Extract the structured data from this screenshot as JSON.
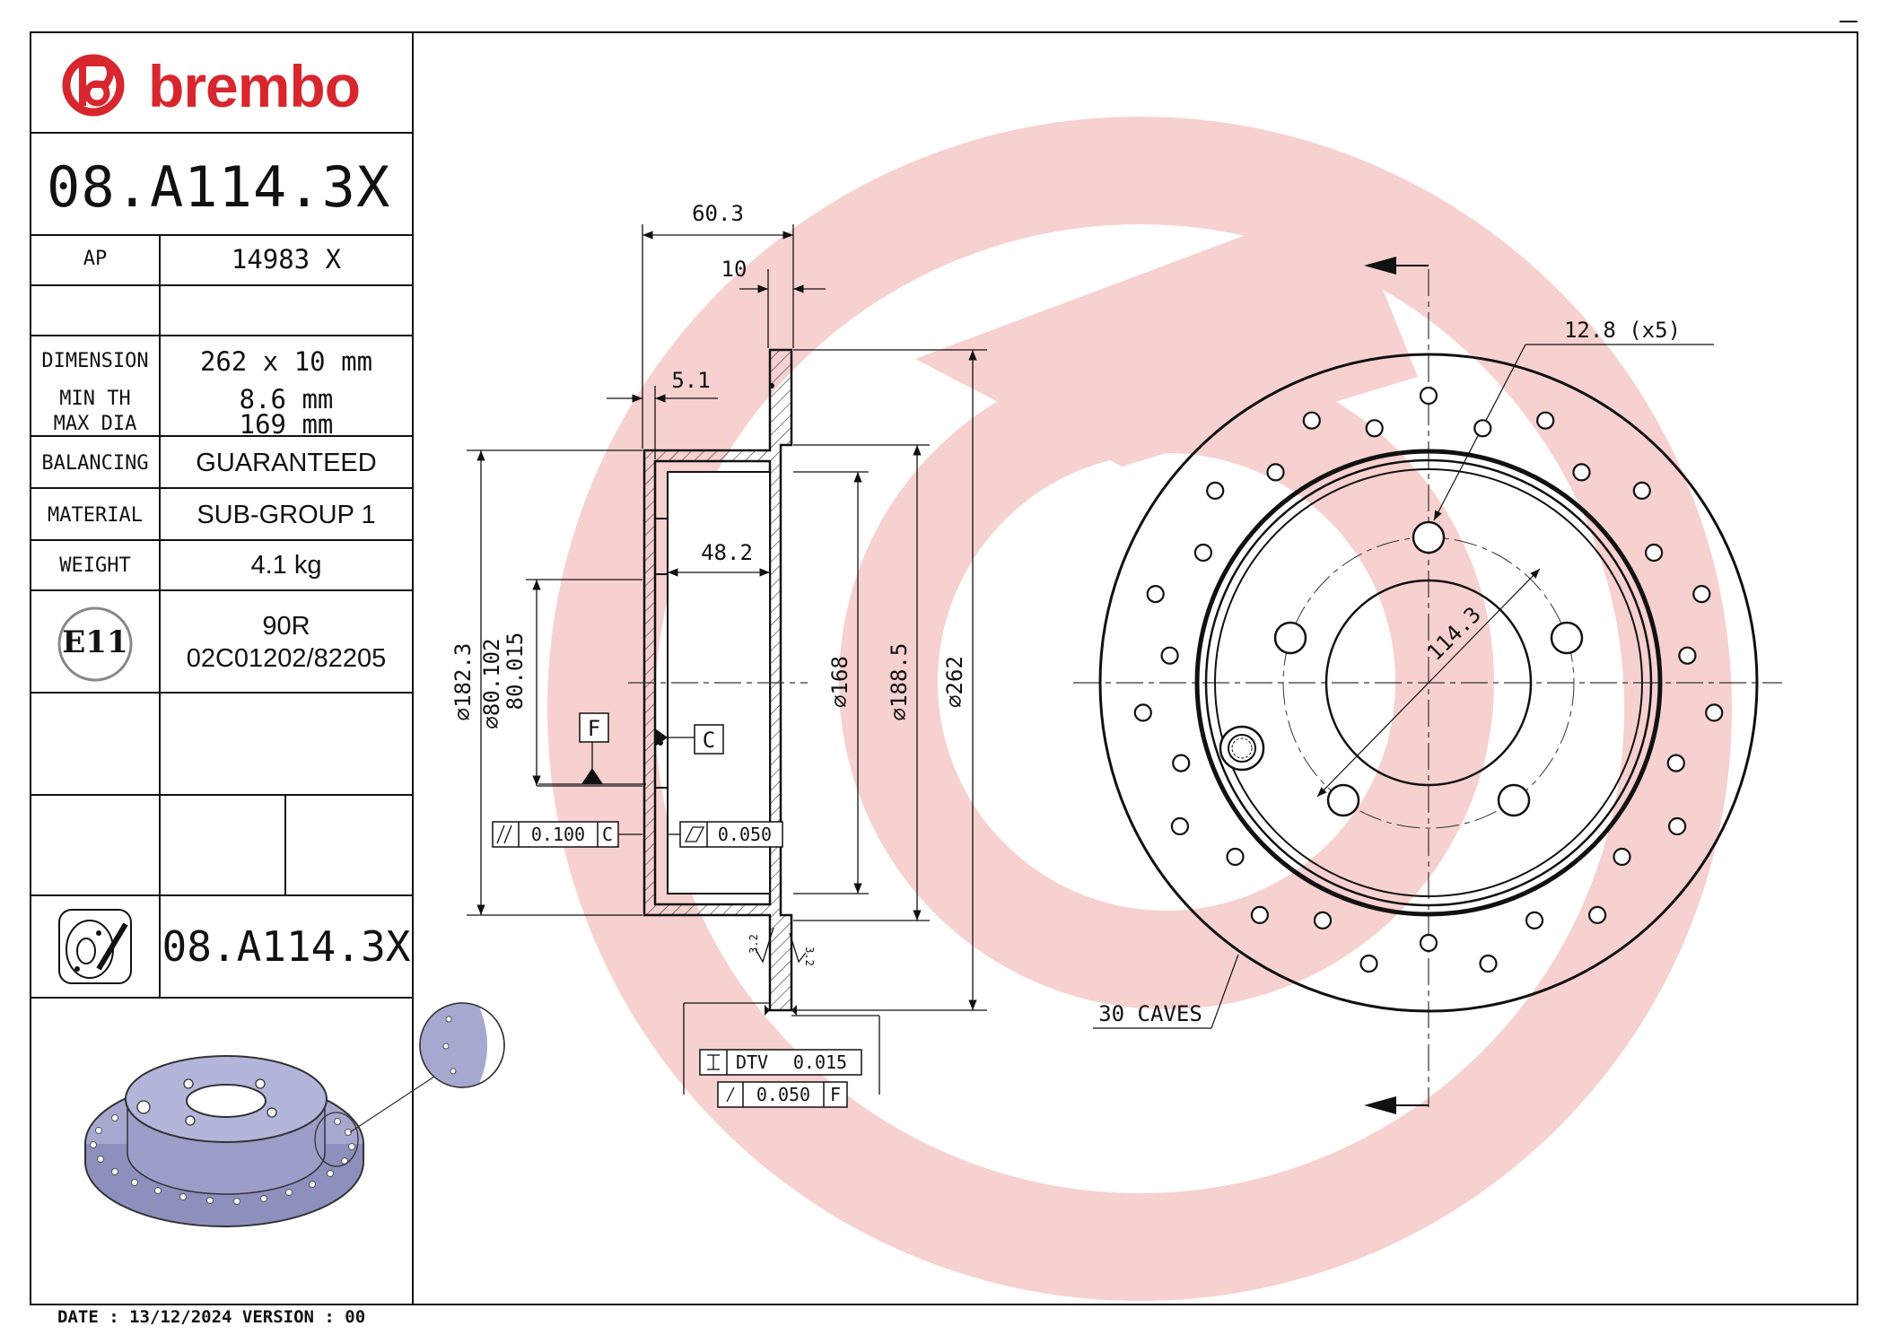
{
  "brand": {
    "name": "brembo",
    "logo_color": "#d8262e",
    "watermark_color": "#f6cccc"
  },
  "part_number": "08.A114.3X",
  "table": {
    "ap": {
      "label": "AP",
      "value": "14983 X"
    },
    "dimension": {
      "label": "DIMENSION",
      "value": "262 x 10 mm"
    },
    "min_th": {
      "label": "MIN TH",
      "value": "8.6 mm"
    },
    "max_dia": {
      "label": "MAX DIA",
      "value": "169 mm"
    },
    "balancing": {
      "label": "BALANCING",
      "value": "GUARANTEED"
    },
    "material": {
      "label": "MATERIAL",
      "value": "SUB-GROUP 1"
    },
    "weight": {
      "label": "WEIGHT",
      "value": "4.1 kg"
    },
    "approval": {
      "mark": "E11",
      "line1": "90R",
      "line2": "02C01202/82205"
    },
    "part_number_footer": "08.A114.3X"
  },
  "drawing": {
    "section": {
      "dim_overall_height": "60.3",
      "dim_thickness": "10",
      "dim_flange": "5.1",
      "dim_hat_depth": "48.2",
      "dia_182": "182.3",
      "dia_hub_max": "80.102",
      "dia_hub_min": "80.015",
      "dia_168": "168",
      "dia_188": "188.5",
      "dia_262": "262",
      "datum_f": "F",
      "datum_c": "C",
      "parallelism_value": "0.100",
      "parallelism_datum": "C",
      "flatness_value": "0.050",
      "roughness_left": "3.2",
      "roughness_right": "3.2",
      "dtv_label": "DTV",
      "dtv_value": "0.015",
      "runout_value": "0.050",
      "runout_datum": "F"
    },
    "front": {
      "bolt_hole_note": "12.8 (x5)",
      "pcd": "114.3",
      "caves_note": "30 CAVES"
    }
  },
  "footer": {
    "date_label": "DATE : 13/12/2024",
    "version_label": "VERSION : 00"
  }
}
